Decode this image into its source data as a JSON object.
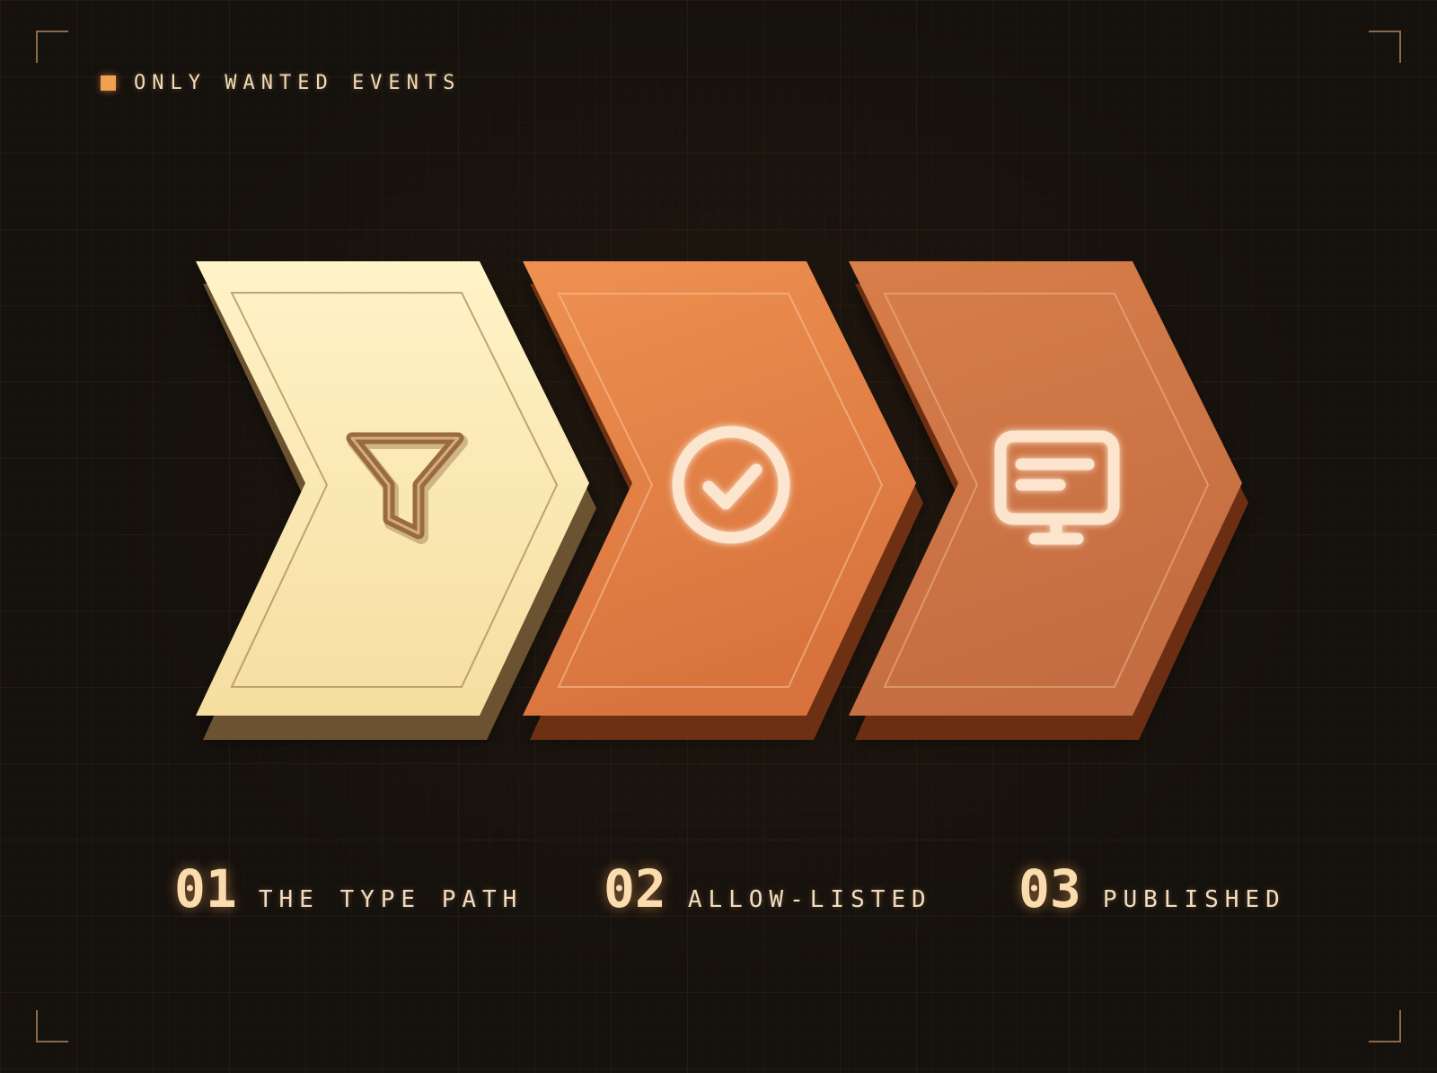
{
  "header": {
    "title": "ONLY WANTED EVENTS",
    "accent_color": "#f0a050"
  },
  "steps": [
    {
      "number": "01",
      "label": "THE TYPE PATH",
      "icon": "funnel-icon",
      "color": "#fbe7b4"
    },
    {
      "number": "02",
      "label": "ALLOW-LISTED",
      "icon": "check-circle-icon",
      "color": "#e98a4a"
    },
    {
      "number": "03",
      "label": "PUBLISHED",
      "icon": "monitor-icon",
      "color": "#d5794a"
    }
  ]
}
